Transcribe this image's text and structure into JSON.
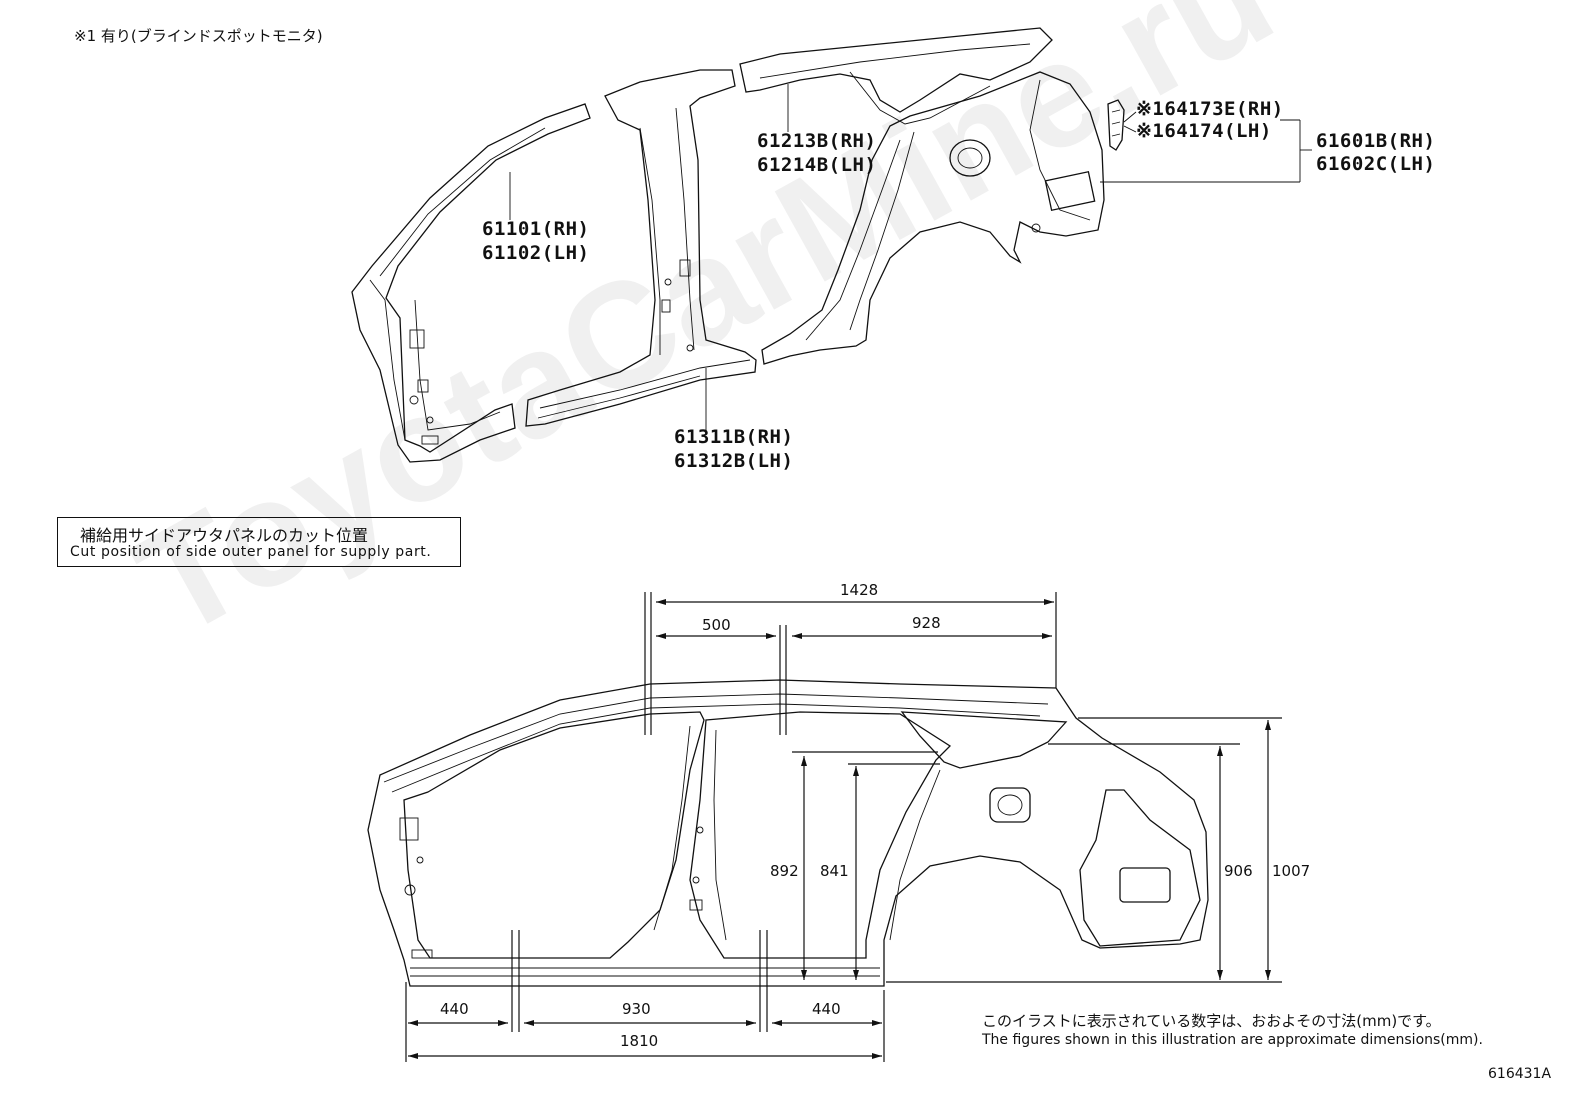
{
  "header_note": "※1 有り(ブラインドスポットモニタ)",
  "parts": [
    {
      "rh": "61101(RH)",
      "lh": "61102(LH)"
    },
    {
      "rh": "61213B(RH)",
      "lh": "61214B(LH)"
    },
    {
      "rh": "※164173E(RH)",
      "lh": "※164174(LH)"
    },
    {
      "rh": "61601B(RH)",
      "lh": "61602C(LH)"
    },
    {
      "rh": "61311B(RH)",
      "lh": "61312B(LH)"
    }
  ],
  "caption": {
    "jp": "補給用サイドアウタパネルのカット位置",
    "en": "Cut position of side outer panel for supply part."
  },
  "dimensions": {
    "top_total": "1428",
    "top_a": "500",
    "top_b": "928",
    "v_892": "892",
    "v_841": "841",
    "v_906": "906",
    "v_1007": "1007",
    "bot_a": "440",
    "bot_b": "930",
    "bot_c": "440",
    "bot_total": "1810"
  },
  "footer_note": {
    "jp": "このイラストに表示されている数字は、おおよその寸法(mm)です。",
    "en": "The figures shown in this illustration are approximate dimensions(mm)."
  },
  "figure_id": "616431A",
  "watermark": "ToyotaCarMine.ru"
}
